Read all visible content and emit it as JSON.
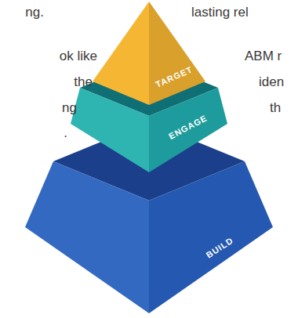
{
  "diagram": {
    "nodes": [
      {
        "text": [
          "TARGET"
        ]
      },
      {
        "text": [
          "ENGAGE"
        ]
      },
      {
        "text": [
          "BUILD"
        ]
      }
    ],
    "labels": [
      "ng.",
      "lasting rel",
      "ok like",
      "ABM r",
      "the",
      "iden",
      "ng",
      "th",
      "."
    ]
  }
}
